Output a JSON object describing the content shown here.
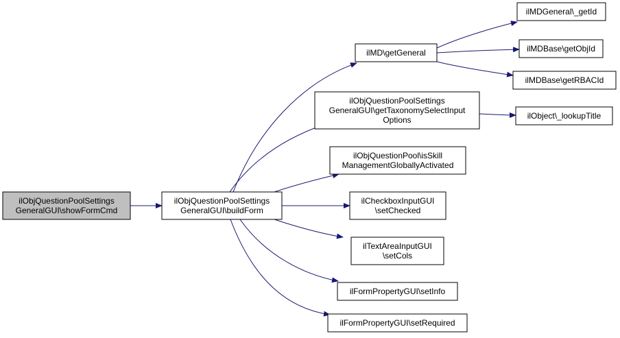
{
  "colors": {
    "edge": "#191970",
    "node_fill": "#ffffff",
    "root_fill": "#bfbfbf",
    "border": "#000000",
    "text": "#000000"
  },
  "nodes": [
    {
      "id": "root",
      "lines": [
        "ilObjQuestionPoolSettings",
        "GeneralGUI\\showFormCmd"
      ],
      "highlight": true
    },
    {
      "id": "build",
      "lines": [
        "ilObjQuestionPoolSettings",
        "GeneralGUI\\buildForm"
      ]
    },
    {
      "id": "getgeneral",
      "lines": [
        "ilMD\\getGeneral"
      ]
    },
    {
      "id": "taxonomy",
      "lines": [
        "ilObjQuestionPoolSettings",
        "GeneralGUI\\getTaxonomySelectInput",
        "Options"
      ]
    },
    {
      "id": "skill",
      "lines": [
        "ilObjQuestionPool\\isSkill",
        "ManagementGloballyActivated"
      ]
    },
    {
      "id": "checkbox",
      "lines": [
        "ilCheckboxInputGUI",
        "\\setChecked"
      ]
    },
    {
      "id": "textarea",
      "lines": [
        "ilTextAreaInputGUI",
        "\\setCols"
      ]
    },
    {
      "id": "setinfo",
      "lines": [
        "ilFormPropertyGUI\\setInfo"
      ]
    },
    {
      "id": "setrequired",
      "lines": [
        "ilFormPropertyGUI\\setRequired"
      ]
    },
    {
      "id": "mdgeneral",
      "lines": [
        "ilMDGeneral\\_getId"
      ]
    },
    {
      "id": "getobjid",
      "lines": [
        "ilMDBase\\getObjId"
      ]
    },
    {
      "id": "getrbacid",
      "lines": [
        "ilMDBase\\getRBACId"
      ]
    },
    {
      "id": "lookup",
      "lines": [
        "ilObject\\_lookupTitle"
      ]
    }
  ],
  "edges": [
    {
      "from": "root",
      "to": "build"
    },
    {
      "from": "build",
      "to": "getgeneral"
    },
    {
      "from": "build",
      "to": "taxonomy"
    },
    {
      "from": "build",
      "to": "skill"
    },
    {
      "from": "build",
      "to": "checkbox"
    },
    {
      "from": "build",
      "to": "textarea"
    },
    {
      "from": "build",
      "to": "setinfo"
    },
    {
      "from": "build",
      "to": "setrequired"
    },
    {
      "from": "getgeneral",
      "to": "mdgeneral"
    },
    {
      "from": "getgeneral",
      "to": "getobjid"
    },
    {
      "from": "getgeneral",
      "to": "getrbacid"
    },
    {
      "from": "taxonomy",
      "to": "lookup"
    }
  ]
}
